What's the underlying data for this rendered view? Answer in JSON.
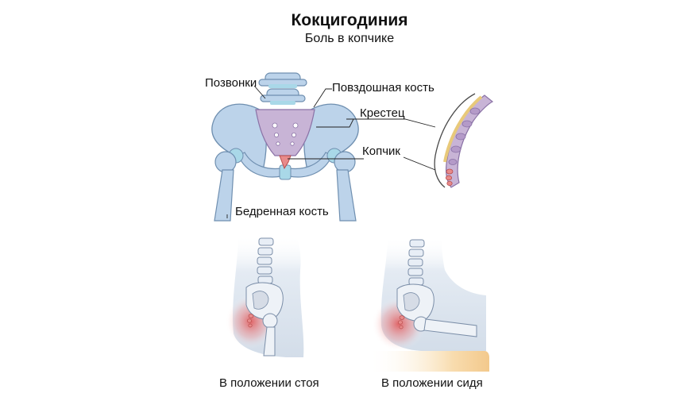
{
  "title": "Кокцигодиния",
  "subtitle": "Боль в копчике",
  "labels": {
    "vertebrae": "Позвонки",
    "ilium": "Повздошная кость",
    "sacrum": "Крестец",
    "coccyx": "Копчик",
    "femur": "Бедренная кость"
  },
  "captions": {
    "standing": "В положении стоя",
    "sitting": "В положении сидя"
  },
  "colors": {
    "bone": "#bcd3ea",
    "bone_outline": "#6f8fb0",
    "sacrum": "#c8b4d6",
    "coccyx": "#e88a8a",
    "pain": "#e23a3a",
    "skin": "#d6e0ec",
    "chair": "#f3c98c"
  }
}
